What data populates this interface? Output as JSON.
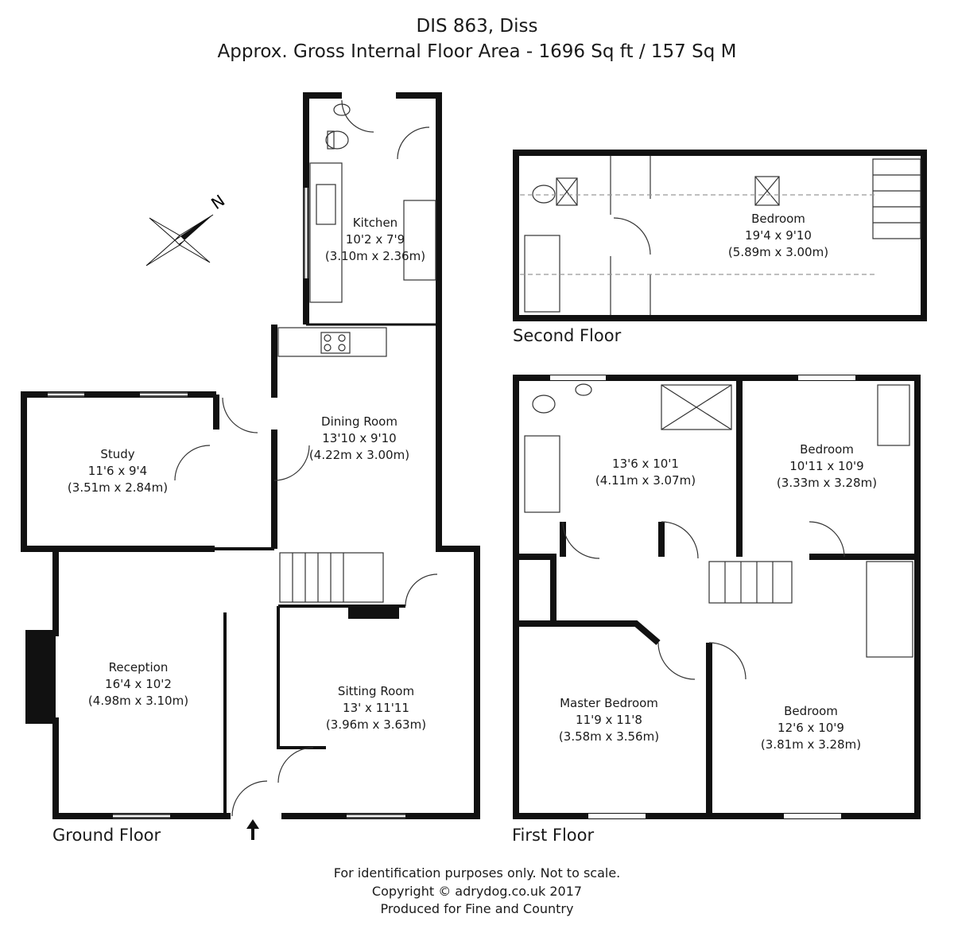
{
  "header": {
    "title": "DIS 863, Diss",
    "area": "Approx. Gross Internal Floor Area - 1696 Sq ft / 157 Sq M"
  },
  "floors": {
    "ground": "Ground Floor",
    "first": "First Floor",
    "second": "Second Floor"
  },
  "compass": {
    "north_label": "N"
  },
  "rooms": {
    "kitchen": {
      "name": "Kitchen",
      "imperial": "10'2 x 7'9",
      "metric": "(3.10m x 2.36m)"
    },
    "dining": {
      "name": "Dining Room",
      "imperial": "13'10 x 9'10",
      "metric": "(4.22m x 3.00m)"
    },
    "study": {
      "name": "Study",
      "imperial": "11'6 x 9'4",
      "metric": "(3.51m x 2.84m)"
    },
    "reception": {
      "name": "Reception",
      "imperial": "16'4 x 10'2",
      "metric": "(4.98m x 3.10m)"
    },
    "sitting": {
      "name": "Sitting Room",
      "imperial": "13' x 11'11",
      "metric": "(3.96m x 3.63m)"
    },
    "second_bedroom": {
      "name": "Bedroom",
      "imperial": "19'4 x 9'10",
      "metric": "(5.89m x 3.00m)"
    },
    "first_room": {
      "name": "",
      "imperial": "13'6 x 10'1",
      "metric": "(4.11m x 3.07m)"
    },
    "bedroom_ne": {
      "name": "Bedroom",
      "imperial": "10'11 x 10'9",
      "metric": "(3.33m x 3.28m)"
    },
    "master": {
      "name": "Master Bedroom",
      "imperial": "11'9 x 11'8",
      "metric": "(3.58m x 3.56m)"
    },
    "bedroom_se": {
      "name": "Bedroom",
      "imperial": "12'6 x 10'9",
      "metric": "(3.81m x 3.28m)"
    }
  },
  "footer": {
    "line1": "For identification purposes only. Not to scale.",
    "line2": "Copyright © adrydog.co.uk 2017",
    "line3": "Produced for Fine and Country"
  }
}
